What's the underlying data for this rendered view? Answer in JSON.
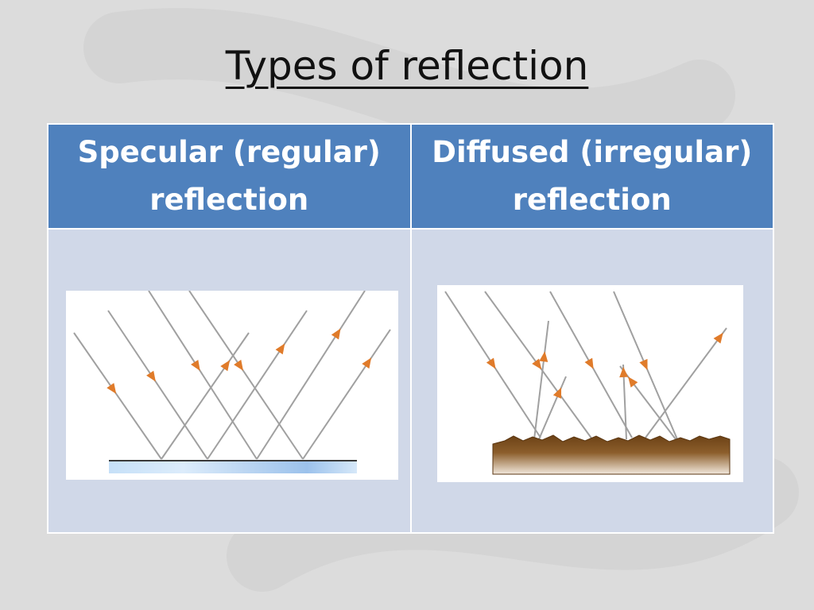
{
  "slide": {
    "title": "Types of reflection"
  },
  "table": {
    "columns": [
      {
        "header_line1": "Specular (regular)",
        "header_line2": "reflection"
      },
      {
        "header_line1": "Diffused (irregular)",
        "header_line2": "reflection"
      }
    ]
  },
  "colors": {
    "header_fill": "#4f81bd",
    "body_fill": "#d0d8e8",
    "ray": "#a0a0a0",
    "arrow": "#e07b2a",
    "mirror": "#bcd8f4",
    "rough_surface": "#7a4c1c"
  },
  "icons": [
    "arrowhead-icon"
  ]
}
